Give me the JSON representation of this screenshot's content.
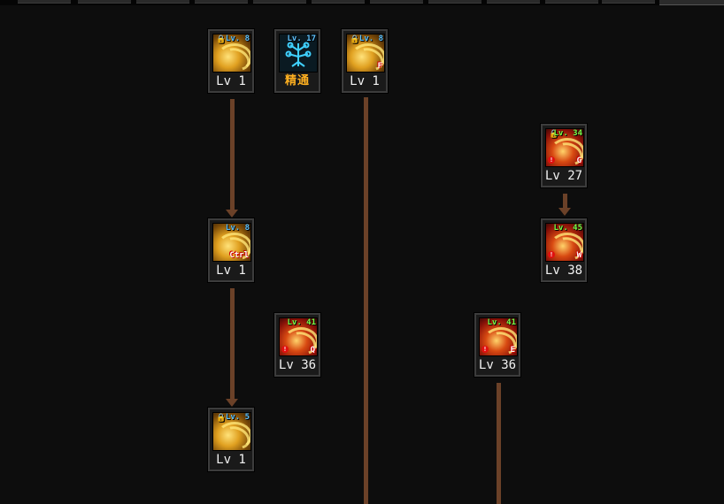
{
  "skills": [
    {
      "id": "s1",
      "level_req": "Lv. 8",
      "level": "Lv 1",
      "style": "gold",
      "tag": "blue",
      "locked": true,
      "hotkey": "",
      "warn": false
    },
    {
      "id": "s2",
      "level_req": "Lv. 17",
      "level": "精通",
      "style": "teal",
      "tag": "blue",
      "locked": false,
      "hotkey": "",
      "warn": false
    },
    {
      "id": "s3",
      "level_req": "Lv. 8",
      "level": "Lv 1",
      "style": "gold",
      "tag": "blue",
      "locked": true,
      "hotkey": "F",
      "warn": false
    },
    {
      "id": "s4",
      "level_req": "Lv. 34",
      "level": "Lv 27",
      "style": "red",
      "tag": "green",
      "locked": true,
      "hotkey": "G",
      "warn": true
    },
    {
      "id": "s5",
      "level_req": "Lv. 8",
      "level": "Lv 1",
      "style": "gold",
      "tag": "blue",
      "locked": false,
      "hotkey": "Ctrl",
      "warn": false
    },
    {
      "id": "s6",
      "level_req": "Lv. 45",
      "level": "Lv 38",
      "style": "red",
      "tag": "green",
      "locked": false,
      "hotkey": "W",
      "warn": true
    },
    {
      "id": "s7",
      "level_req": "Lv. 41",
      "level": "Lv 36",
      "style": "red",
      "tag": "green",
      "locked": false,
      "hotkey": "Q",
      "warn": true
    },
    {
      "id": "s8",
      "level_req": "Lv. 41",
      "level": "Lv 36",
      "style": "red",
      "tag": "green",
      "locked": false,
      "hotkey": "E",
      "warn": true
    },
    {
      "id": "s9",
      "level_req": "Lv. 5",
      "level": "Lv 1",
      "style": "gold",
      "tag": "blue",
      "locked": true,
      "hotkey": "",
      "warn": false
    }
  ],
  "icons": {
    "lock": "🔒",
    "warn": "!"
  },
  "colors": {
    "connector": "#6b4128",
    "gold_icon": "#e0a020",
    "red_icon": "#d84a12",
    "mastery_text": "#ffb020"
  }
}
